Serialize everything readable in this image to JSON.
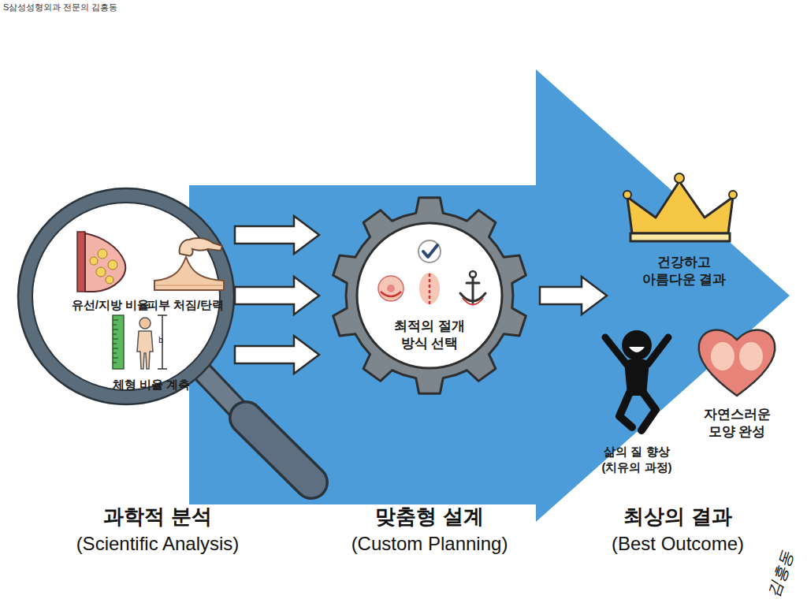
{
  "diagram": {
    "nodes": [
      {
        "text": [
          "유선/지방 비율",
          "피부 처짐/탄력",
          "체형 비율 계측"
        ]
      },
      {
        "text": [
          "최적의 절개 방식 선택"
        ]
      },
      {
        "text": [
          "건강하고 아름다운 결과"
        ]
      },
      {
        "text": [
          "삶의 질 향상 (치유의 과정)"
        ]
      },
      {
        "text": [
          "자연스러운 모양 완성"
        ]
      }
    ],
    "edges": [
      {
        "from": 0,
        "to": 1,
        "arrow": "to"
      },
      {
        "from": 0,
        "to": 1,
        "arrow": "to"
      },
      {
        "from": 0,
        "to": 1,
        "arrow": "to"
      },
      {
        "from": 1,
        "to": 2,
        "arrow": "to"
      }
    ],
    "labels": [
      "S삼성성형외과 전문의 김흥동",
      "b",
      "과학적 분석",
      "(Scientific Analysis)",
      "맞춤형 설계",
      "(Custom Planning)",
      "최상의 결과",
      "(Best Outcome)",
      "김흥동"
    ]
  }
}
